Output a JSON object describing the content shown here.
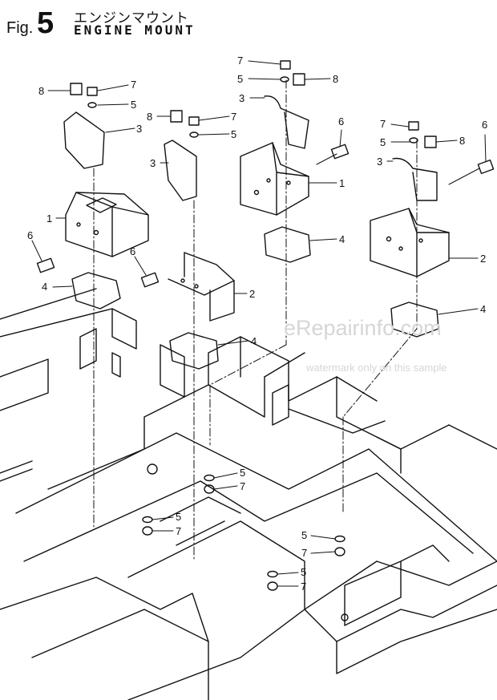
{
  "header": {
    "fig_prefix": "Fig.",
    "fig_number": "5",
    "title_jp": "エンジンマウント",
    "title_en": "ENGINE MOUNT"
  },
  "watermark": {
    "site": "eRepairinfo.com",
    "note": "watermark only on this sample"
  },
  "callouts": {
    "n1": "1",
    "n2": "2",
    "n3": "3",
    "n4": "4",
    "n5": "5",
    "n6": "6",
    "n7": "7",
    "n8": "8"
  },
  "colors": {
    "ink": "#111111",
    "watermark": "#d6d6d6"
  }
}
